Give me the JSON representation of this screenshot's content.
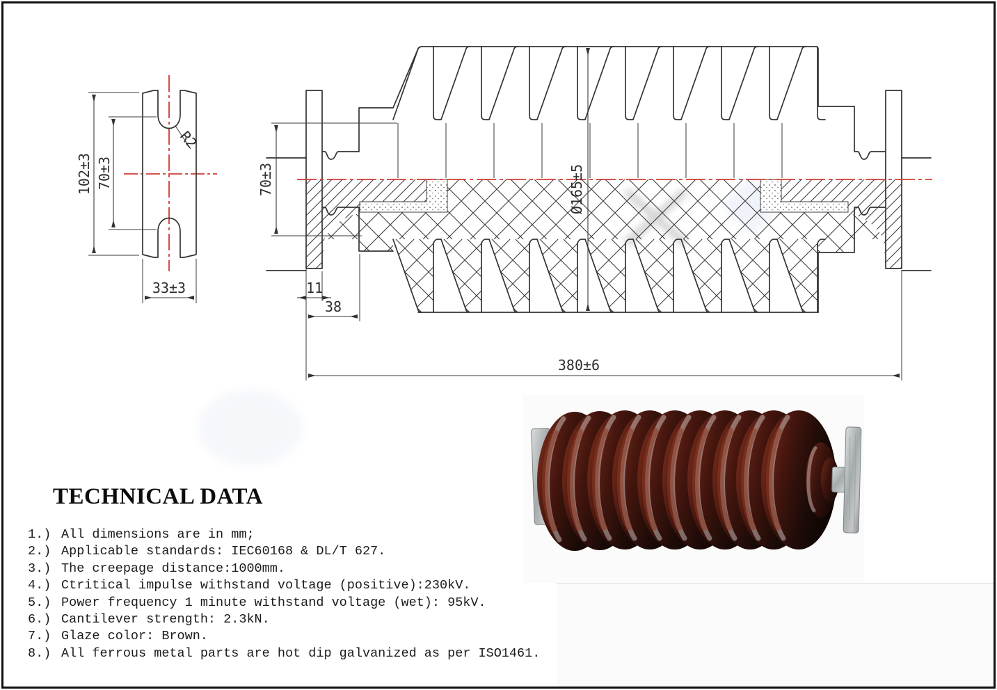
{
  "technical_data": {
    "title": "TECHNICAL DATA",
    "notes": [
      {
        "num": "1.)",
        "text": "All dimensions are in mm;"
      },
      {
        "num": "2.)",
        "text": "Applicable standards: IEC60168 & DL/T 627."
      },
      {
        "num": "3.)",
        "text": "The creepage distance:1000mm."
      },
      {
        "num": "4.)",
        "text": "Ctritical impulse withstand voltage (positive):230kV."
      },
      {
        "num": "5.)",
        "text": "Power frequency 1 minute withstand voltage (wet): 95kV."
      },
      {
        "num": "6.)",
        "text": "Cantilever strength: 2.3kN."
      },
      {
        "num": "7.)",
        "text": "Glaze color: Brown."
      },
      {
        "num": "8.)",
        "text": "All ferrous metal parts are hot dip galvanized as per ISO1461."
      }
    ]
  },
  "left_view": {
    "dim_overall_height": "102±3",
    "dim_slot_spacing": "70±3",
    "dim_width": "33±3",
    "dim_notch_radius": "R2"
  },
  "main_view": {
    "dim_core_diameter": "70±3",
    "dim_flange_thickness": "11",
    "dim_cap_depth": "38",
    "dim_shed_diameter": "Ø165±5",
    "dim_total_length": "380±6"
  },
  "colors": {
    "line": "#333333",
    "centerline_red": "#d23b33",
    "glaze_brown": "#3a140d",
    "metal_gray": "#b6babb"
  }
}
